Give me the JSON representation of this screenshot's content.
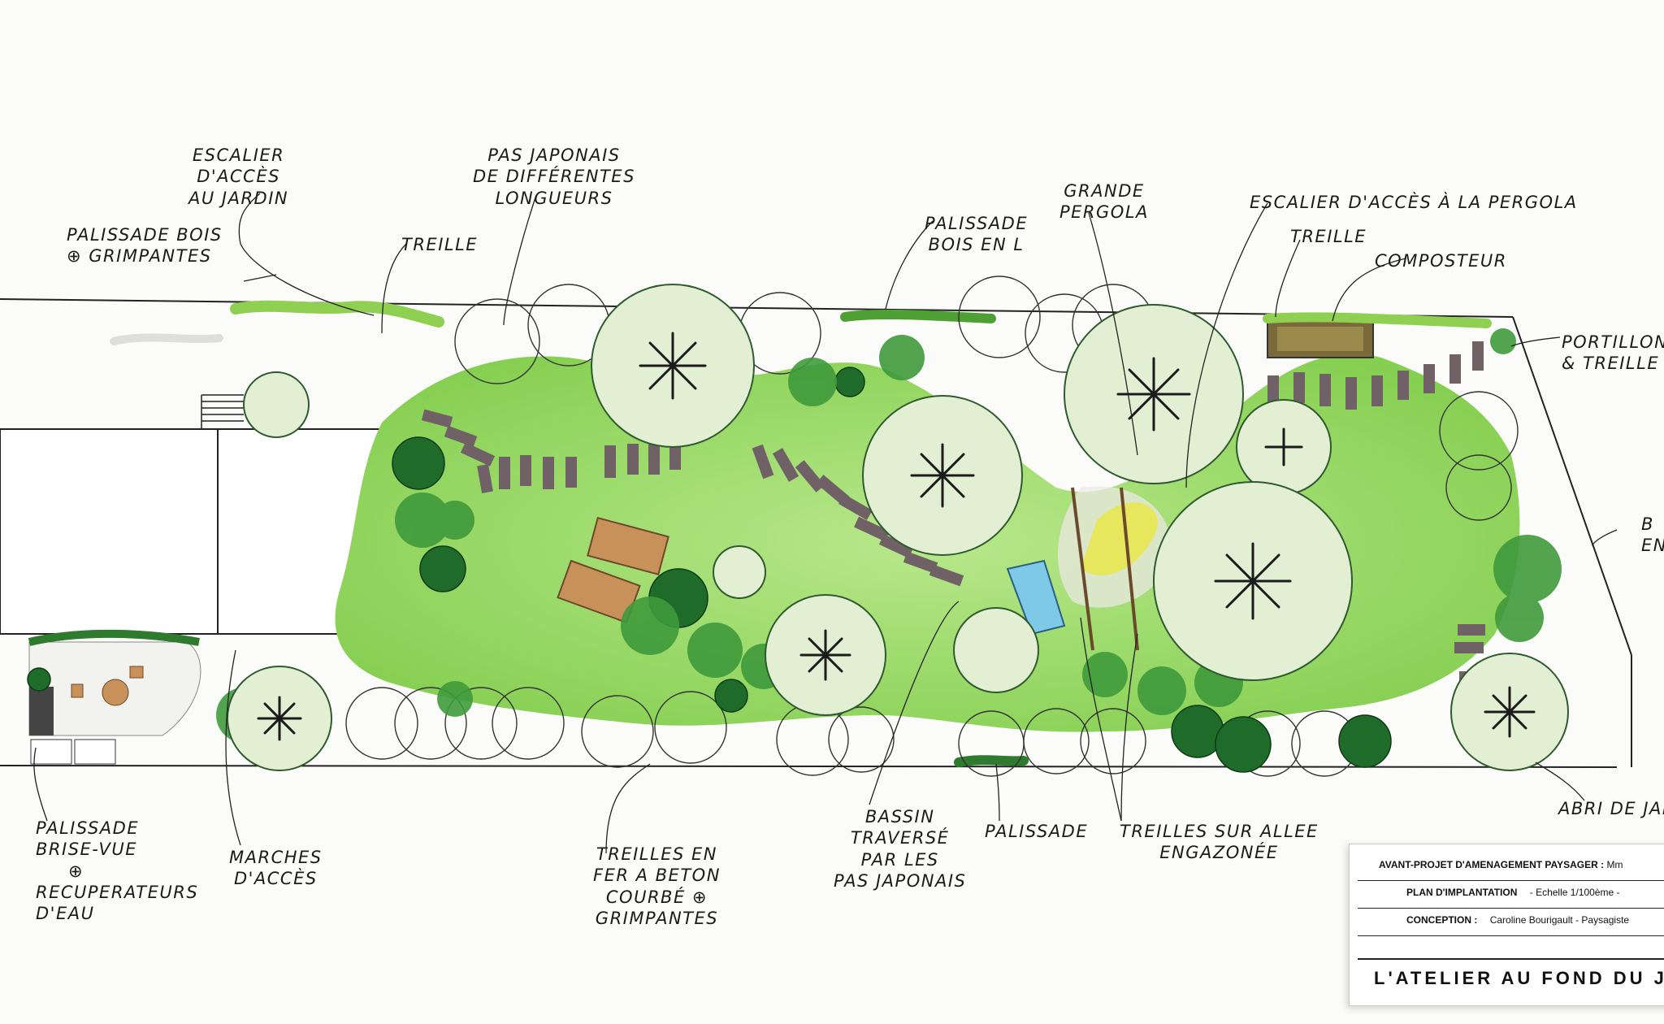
{
  "labels": {
    "escalier_jardin": [
      "ESCALIER",
      "D'ACCÈS",
      "AU JARDIN"
    ],
    "palissade_bois": [
      "PALISSADE BOIS",
      "⊕ GRIMPANTES"
    ],
    "treille_left": "TREILLE",
    "pas_japonais": [
      "PAS JAPONAIS",
      "DE DIFFÉRENTES",
      "LONGUEURS"
    ],
    "palissade_l": [
      "PALISSADE",
      "BOIS EN L"
    ],
    "grande_pergola": [
      "GRANDE",
      "PERGOLA"
    ],
    "escalier_pergola": "ESCALIER D'ACCÈS À LA PERGOLA",
    "treille_right": "TREILLE",
    "composteur": "COMPOSTEUR",
    "portillon": [
      "PORTILLON",
      "& TREILLE"
    ],
    "edge_right": [
      "B",
      "EN"
    ],
    "abri": "ABRI DE JARD",
    "palissade_brise": [
      "PALISSADE",
      "BRISE-VUE",
      "⊕",
      "RECUPERATEURS",
      "D'EAU"
    ],
    "marches": [
      "MARCHES",
      "D'ACCÈS"
    ],
    "treilles_fer": [
      "TREILLES EN",
      "FER A BETON",
      "COURBÉ ⊕",
      "GRIMPANTES"
    ],
    "bassin": [
      "BASSIN",
      "TRAVERSÉ",
      "PAR LES",
      "PAS JAPONAIS"
    ],
    "palissade_bottom": "PALISSADE",
    "treilles_allee": [
      "TREILLES SUR ALLEE",
      "ENGAZONÉE"
    ]
  },
  "title_block": {
    "line1_bold": "AVANT-PROJET D'AMENAGEMENT PAYSAGER :",
    "line1_rest": "Mm",
    "line2_bold": "PLAN D'IMPLANTATION",
    "line2_rest": "-  Echelle 1/100ème  -",
    "line3_bold": "CONCEPTION :",
    "line3_rest": "Caroline Bourigault  -  Paysagiste",
    "firm": "L'ATELIER AU FOND DU JA"
  },
  "colors": {
    "lawn": "#8fd35b",
    "lawn_light": "#b7e68a",
    "tree_canopy": "#e3efd2",
    "shrub_dark": "#1f6b2a",
    "shrub_mid": "#3f9a3b",
    "paver": "#6f6166",
    "yellow_shrub": "#e9e64a",
    "water": "#7fc9e8",
    "deck": "#c8915a"
  }
}
